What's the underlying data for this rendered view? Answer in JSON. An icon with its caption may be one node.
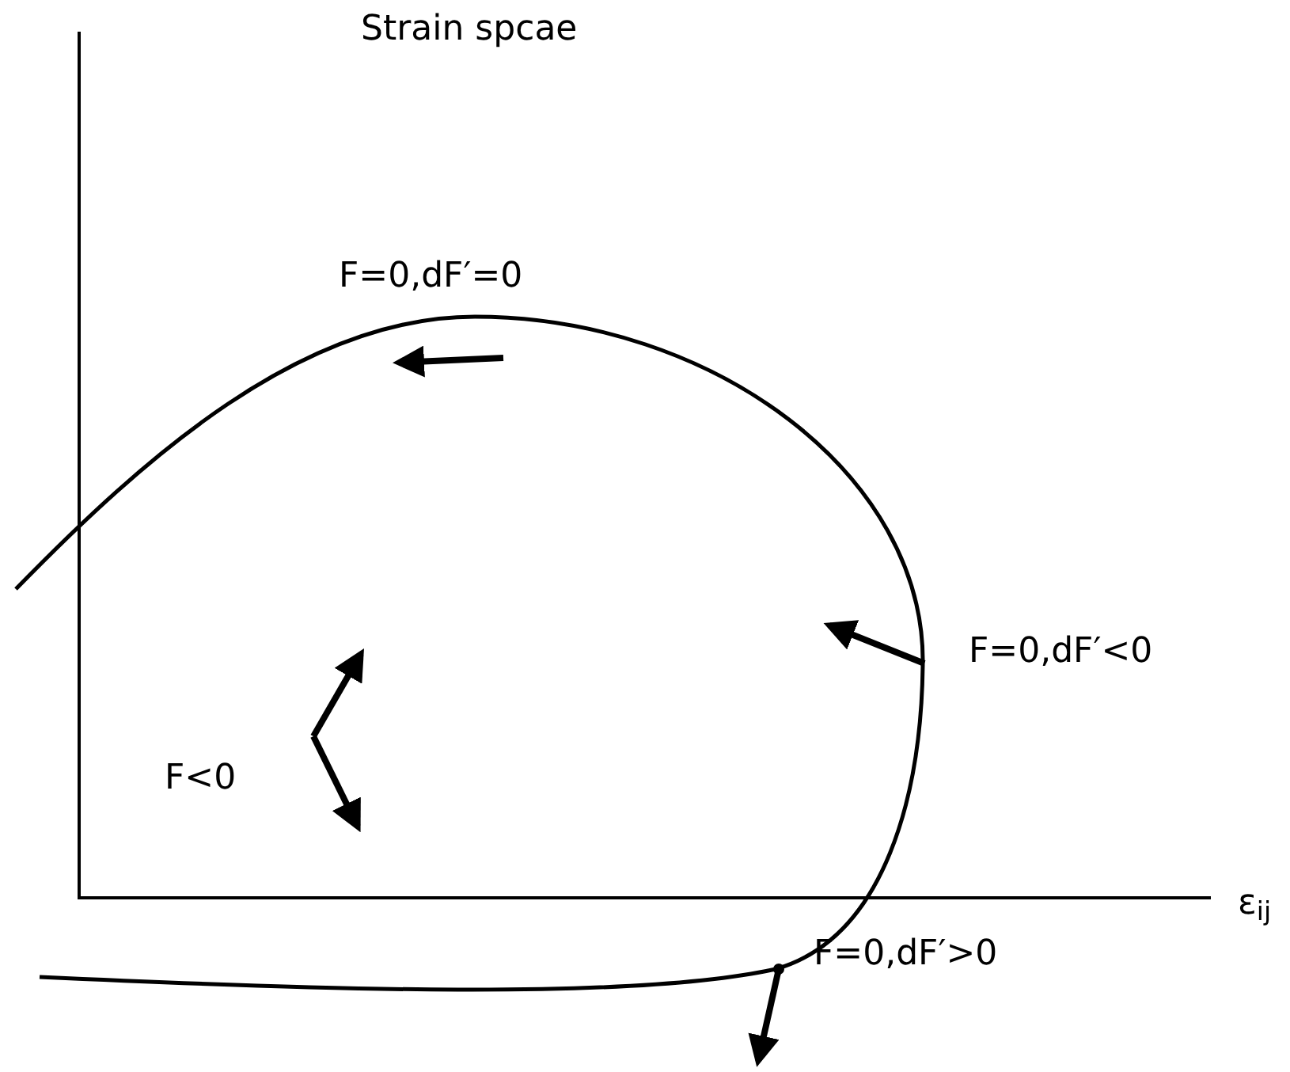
{
  "diagram": {
    "title": "Strain spcae",
    "labels": [
      "F=0,dF′=0",
      "F=0,dF′<0",
      "F<0",
      "F=0,dF′>0",
      "ε$_{ij}$"
    ]
  }
}
